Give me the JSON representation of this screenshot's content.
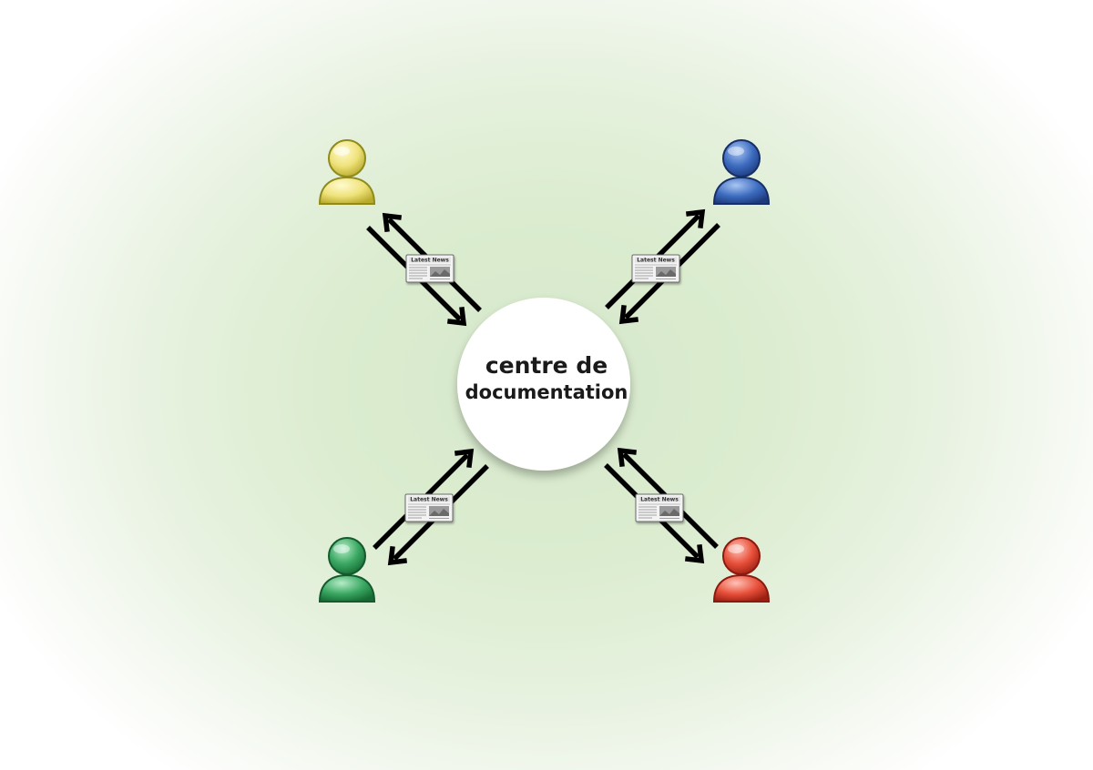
{
  "center": {
    "line1": "centre de",
    "line2": "documentation"
  },
  "users": [
    {
      "name": "user-top-left",
      "color": "#e0d24a",
      "color_light": "#fbf4a8",
      "color_dark": "#8f8a1c"
    },
    {
      "name": "user-top-right",
      "color": "#2f5fb0",
      "color_light": "#8fb3ec",
      "color_dark": "#172f66"
    },
    {
      "name": "user-bottom-left",
      "color": "#2e9a55",
      "color_light": "#9fe0b3",
      "color_dark": "#135a2c"
    },
    {
      "name": "user-bottom-right",
      "color": "#e0412c",
      "color_light": "#ffa493",
      "color_dark": "#8a1a0f"
    }
  ],
  "newspaper": {
    "headline": "Latest News"
  },
  "colors": {
    "arrow": "#000000",
    "circle": "#ffffff",
    "background_center": "#d6e8cc"
  }
}
